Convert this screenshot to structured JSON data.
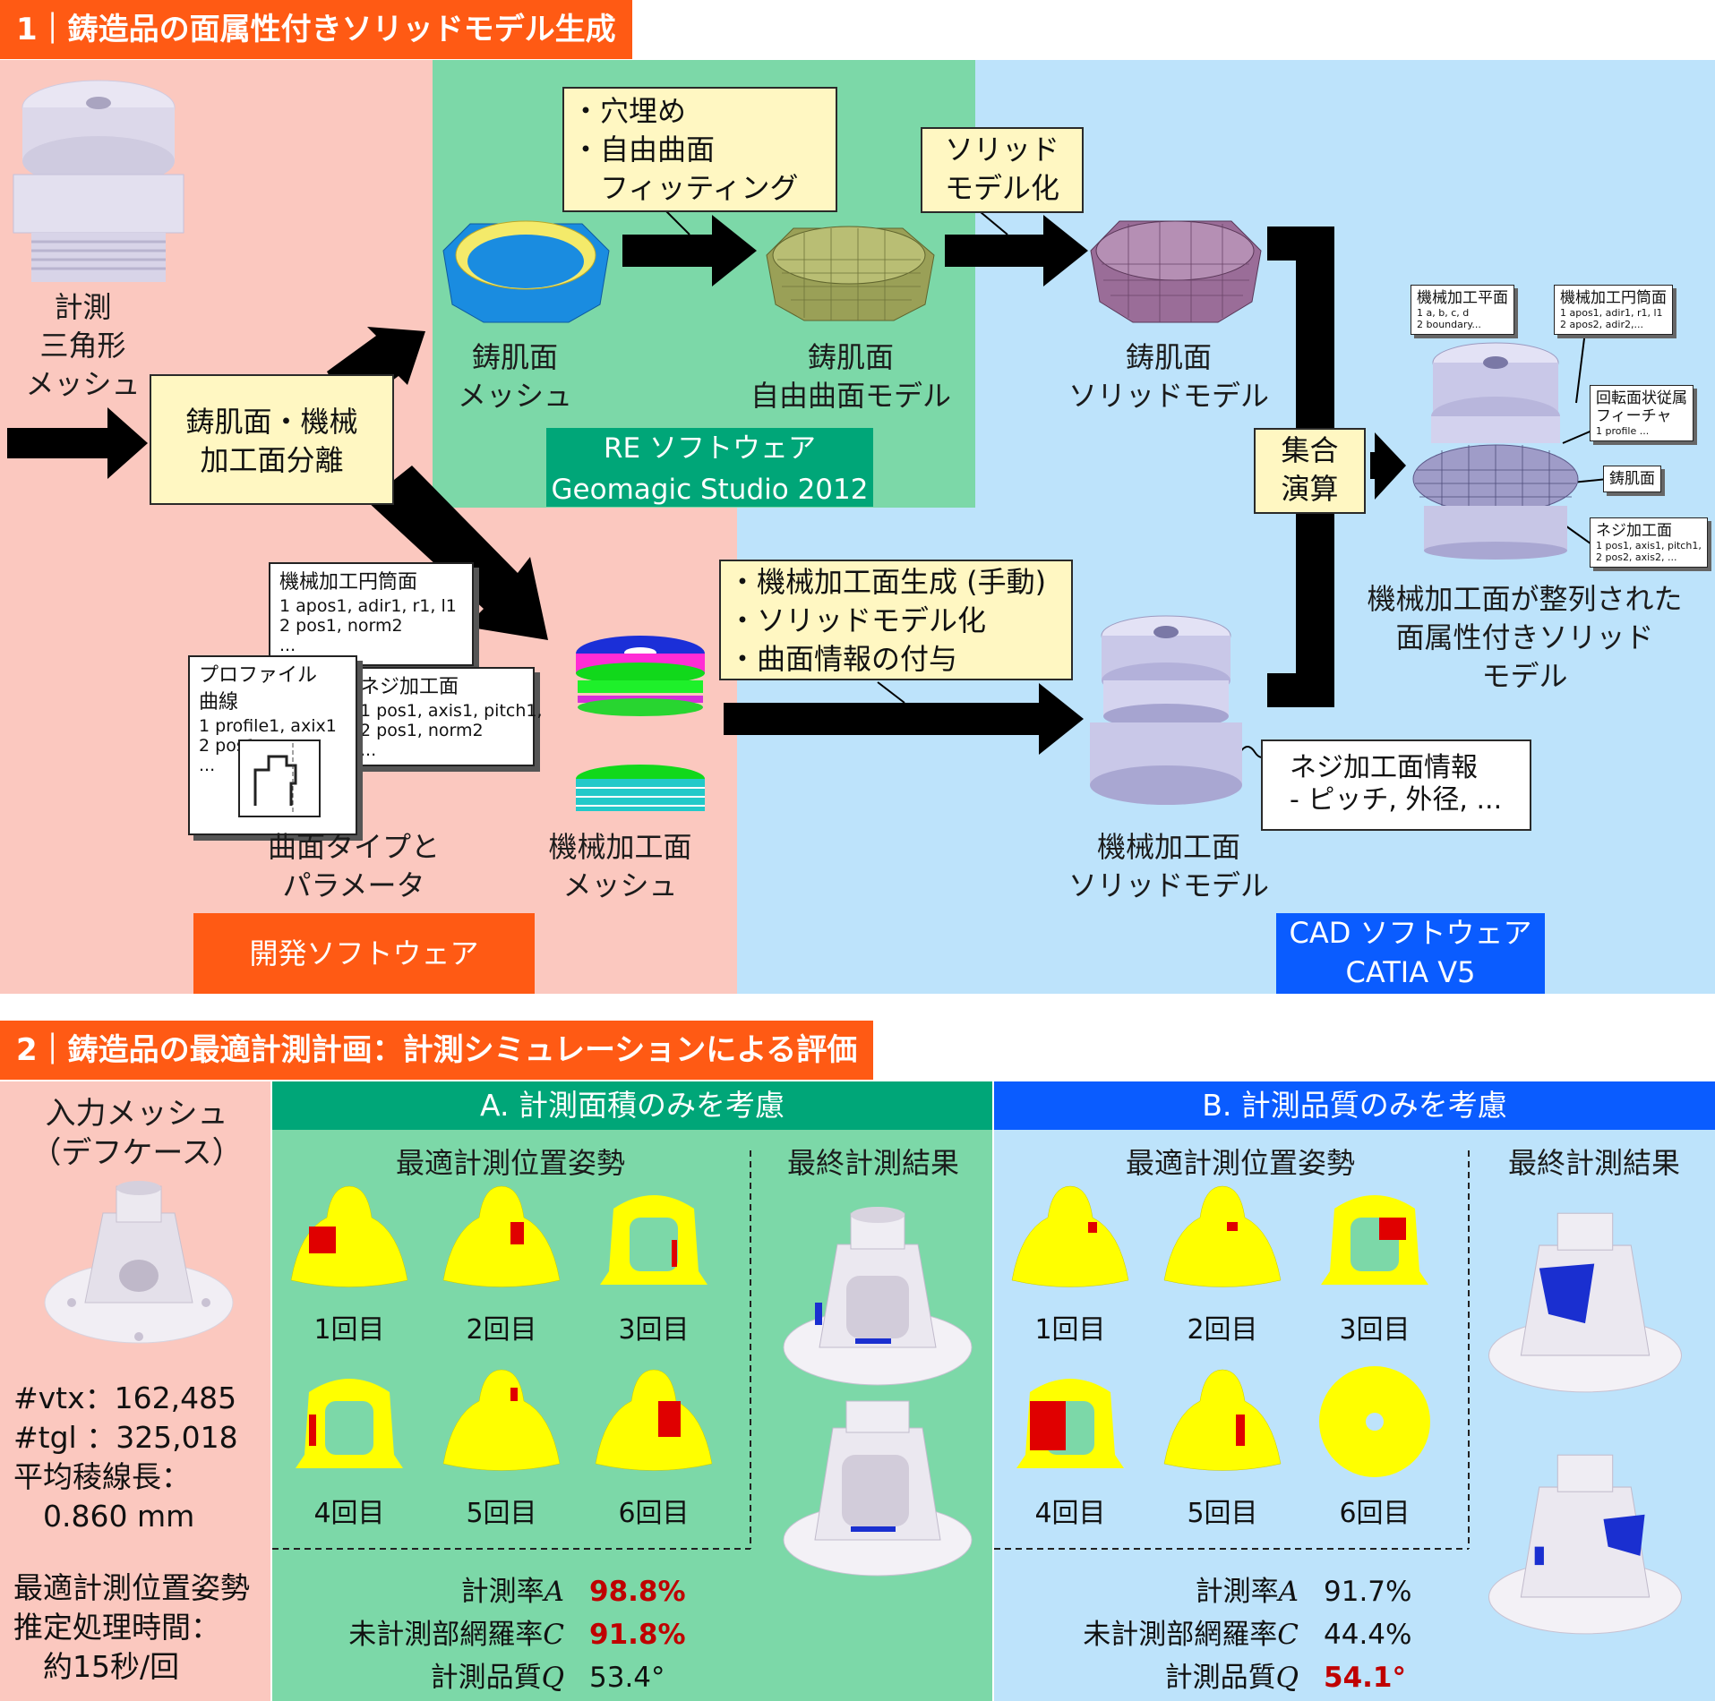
{
  "colors": {
    "header": "#ff5a14",
    "pink": "#fbc8bf",
    "green": "#7cd8a8",
    "blue": "#bde3fb",
    "green_header": "#00a678",
    "blue_header": "#0a5cff",
    "highlight": "#c00000",
    "yellow_box": "#fff7c2"
  },
  "section1": {
    "title": "1｜鋳造品の面属性付きソリッドモデル生成",
    "input_mesh_label": [
      "計測",
      "三角形",
      "メッシュ"
    ],
    "separation_box": [
      "鋳肌面・機械",
      "加工面分離"
    ],
    "re_steps_box": [
      "・穴埋め",
      "・自由曲面",
      "　フィッティング"
    ],
    "solid_box": [
      "ソリッド",
      "モデル化"
    ],
    "cast_mesh_label": [
      "鋳肌面",
      "メッシュ"
    ],
    "freeform_label": [
      "鋳肌面",
      "自由曲面モデル"
    ],
    "cast_solid_label": [
      "鋳肌面",
      "ソリッドモデル"
    ],
    "re_software": [
      "RE ソフトウェア",
      "Geomagic Studio 2012"
    ],
    "boolean_box": [
      "集合",
      "演算"
    ],
    "result_label": [
      "機械加工面が整列された",
      "面属性付きソリッド",
      "モデル"
    ],
    "machined_steps_box": [
      "・機械加工面生成 (手動)",
      "・ソリッドモデル化",
      "・曲面情報の付与"
    ],
    "machined_mesh_label": [
      "機械加工面",
      "メッシュ"
    ],
    "machined_solid_label": [
      "機械加工面",
      "ソリッドモデル"
    ],
    "thread_info": [
      "ネジ加工面情報",
      "- ピッチ, 外径, ..."
    ],
    "surface_type_label": [
      "曲面タイプと",
      "パラメータ"
    ],
    "dev_software": "開発ソフトウェア",
    "cad_software": [
      "CAD ソフトウェア",
      "CATIA V5"
    ],
    "doc_cylinder": {
      "title": "機械加工円筒面",
      "lines": [
        "1 apos1, adir1, r1, l1",
        "2 pos1, norm2",
        "..."
      ]
    },
    "doc_profile": {
      "title": "プロファイル",
      "title2": "曲線",
      "lines": [
        "1 profile1, axix1",
        "2 pos1",
        "..."
      ]
    },
    "doc_thread": {
      "title": "ネジ加工面",
      "lines": [
        "1 pos1, axis1, pitch1,",
        "2 pos1, norm2",
        "..."
      ]
    },
    "callouts": [
      {
        "title": "機械加工平面",
        "lines": [
          "1 a, b, c, d",
          "2 boundary..."
        ]
      },
      {
        "title": "機械加工円筒面",
        "lines": [
          "1 apos1, adir1, r1, l1",
          "2 apos2, adir2,..."
        ]
      },
      {
        "title": "回転面状従属",
        "title2": "フィーチャ",
        "lines": [
          "1 profile ..."
        ]
      },
      {
        "title": "鋳肌面",
        "lines": []
      },
      {
        "title": "ネジ加工面",
        "lines": [
          "1 pos1, axis1, pitch1,",
          "2 pos2, axis2, ..."
        ]
      }
    ]
  },
  "section2": {
    "title": "2｜鋳造品の最適計測計画：計測シミュレーションによる評価",
    "input_title": [
      "入力メッシュ",
      "（デフケース）"
    ],
    "stats": [
      "#vtx：162,485",
      "#tgl ：325,018",
      "平均稜線長：",
      "　0.860 mm"
    ],
    "time": [
      "最適計測位置姿勢",
      "推定処理時間：",
      "　約15秒/回"
    ],
    "A": {
      "header": "A. 計測面積のみを考慮",
      "pose_title": "最適計測位置姿勢",
      "final_title": "最終計測結果",
      "captions": [
        "1回目",
        "2回目",
        "3回目",
        "4回目",
        "5回目",
        "6回目"
      ],
      "metrics": [
        {
          "label": "計測率",
          "sym": "A",
          "value": "98.8%",
          "hl": true
        },
        {
          "label": "未計測部網羅率",
          "sym": "C",
          "value": "91.8%",
          "hl": true
        },
        {
          "label": "計測品質",
          "sym": "Q",
          "value": "53.4°",
          "hl": false
        }
      ]
    },
    "B": {
      "header": "B. 計測品質のみを考慮",
      "pose_title": "最適計測位置姿勢",
      "final_title": "最終計測結果",
      "captions": [
        "1回目",
        "2回目",
        "3回目",
        "4回目",
        "5回目",
        "6回目"
      ],
      "metrics": [
        {
          "label": "計測率",
          "sym": "A",
          "value": "91.7%",
          "hl": false
        },
        {
          "label": "未計測部網羅率",
          "sym": "C",
          "value": "44.4%",
          "hl": false
        },
        {
          "label": "計測品質",
          "sym": "Q",
          "value": "54.1°",
          "hl": true
        }
      ]
    }
  }
}
